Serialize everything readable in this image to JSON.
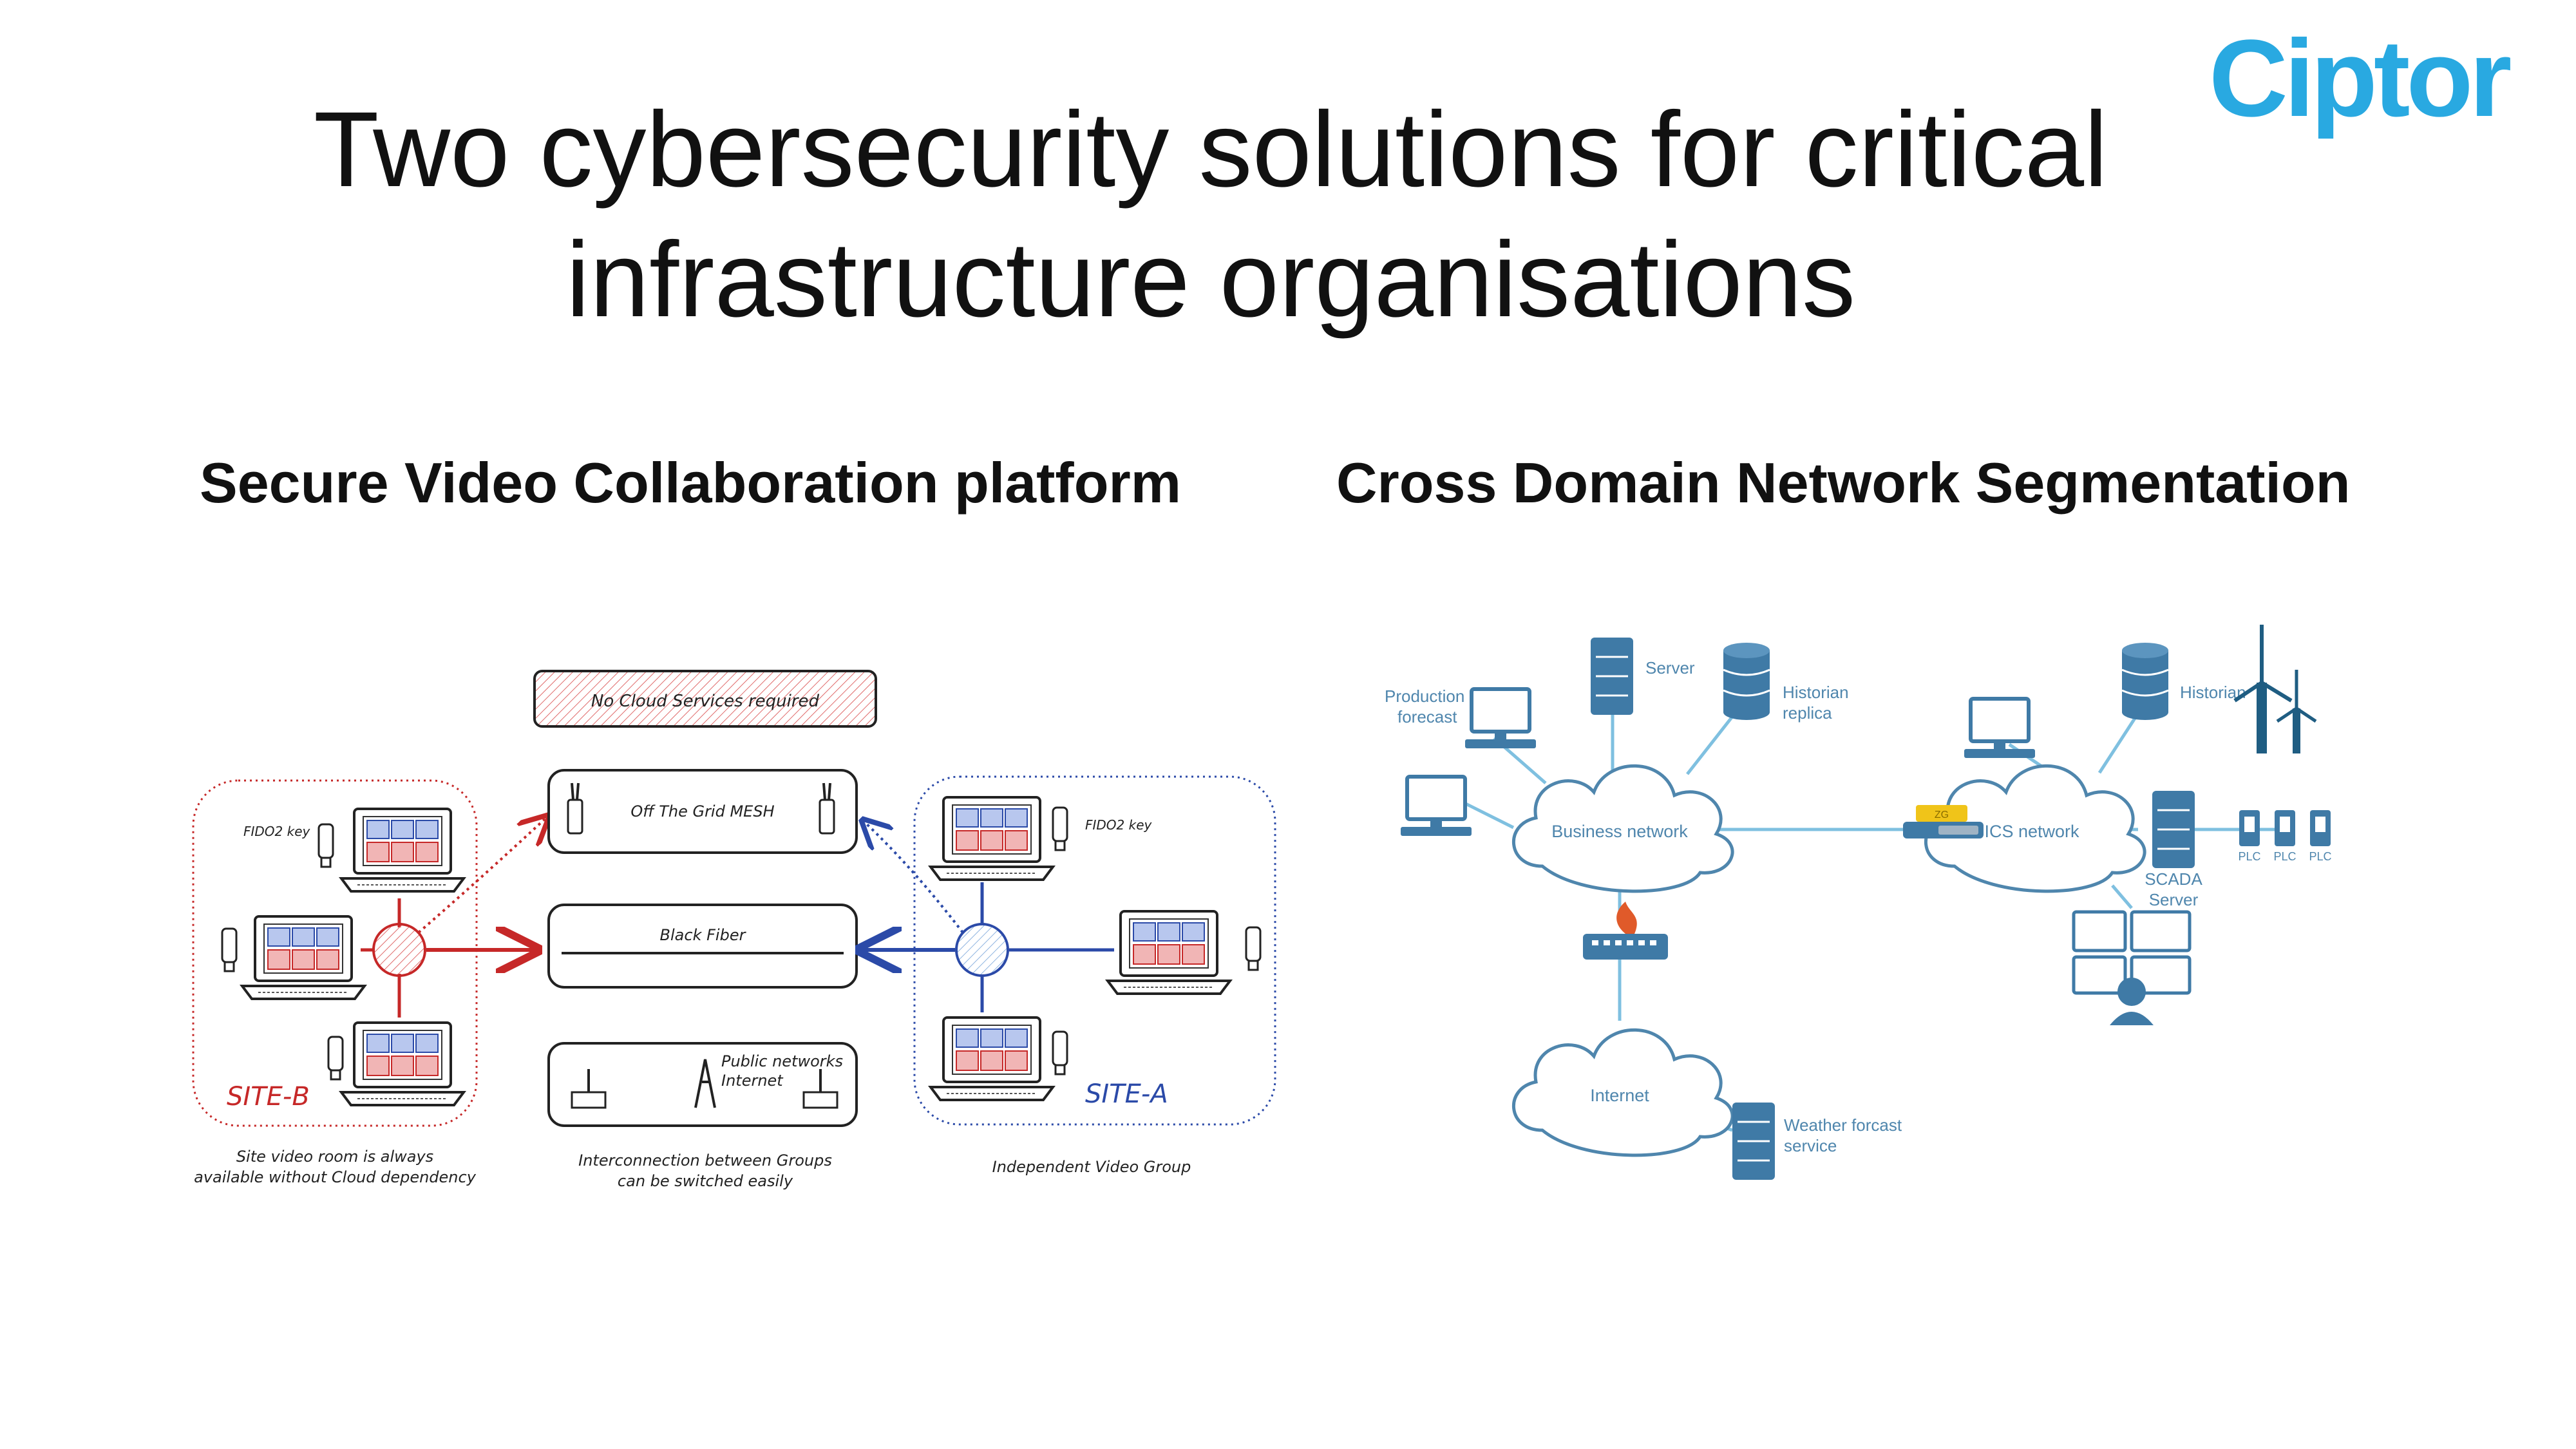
{
  "title_lines": [
    "Two cybersecurity solutions for critical",
    "infrastructure organisations"
  ],
  "logo_text": "Ciptor",
  "left": {
    "heading": "Secure Video Collaboration platform",
    "labels": {
      "no_cloud": "No Cloud Services required",
      "mesh": "Off The Grid MESH",
      "fiber": "Black Fiber",
      "public1": "Public networks",
      "public2": "Internet",
      "fido_b": "FIDO2 key",
      "fido_a": "FIDO2 key",
      "site_b": "SITE-B",
      "site_a": "SITE-A",
      "cap_b1": "Site video room is always",
      "cap_b2": "available without Cloud dependency",
      "cap_m1": "Interconnection between Groups",
      "cap_m2": "can be switched easily",
      "cap_a": "Independent Video Group"
    },
    "colors": {
      "site_b": "#c62828",
      "site_a": "#2b4aa8"
    }
  },
  "right": {
    "heading": "Cross Domain Network Segmentation",
    "labels": {
      "prod1": "Production",
      "prod2": "forecast",
      "server": "Server",
      "hist_r1": "Historian",
      "hist_r2": "replica",
      "historian": "Historian",
      "business": "Business network",
      "ics": "ICS network",
      "zg": "ZG",
      "internet": "Internet",
      "weather1": "Weather forcast",
      "weather2": "service",
      "scada1": "SCADA",
      "scada2": "Server",
      "plc": [
        "PLC",
        "PLC",
        "PLC"
      ]
    },
    "colors": {
      "icon": "#3f7aa6",
      "line": "#7fc0e0",
      "cloud": "#4f86ad"
    }
  }
}
